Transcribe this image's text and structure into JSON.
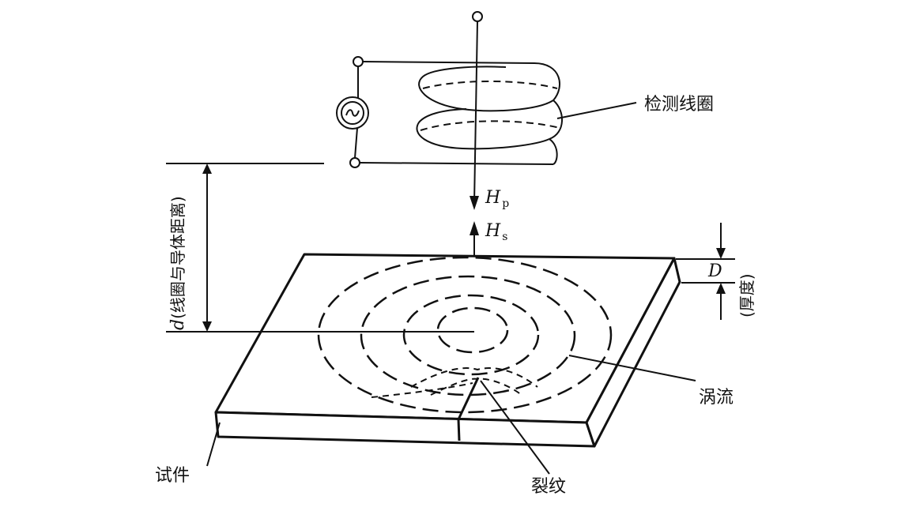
{
  "labels": {
    "coil": "检测线圈",
    "eddy": "涡流",
    "specimen": "试件",
    "crack": "裂纹",
    "thickness_symbol": "D",
    "thickness_word": "(厚度)",
    "distance_symbol": "d",
    "distance_desc": "(线圈与导体距离)",
    "hp_main": "H",
    "hp_sub": "p",
    "hs_main": "H",
    "hs_sub": "s"
  },
  "icons": {
    "ac_source": "ac-source-icon"
  },
  "colors": {
    "ink": "#111111",
    "background": "#ffffff"
  }
}
